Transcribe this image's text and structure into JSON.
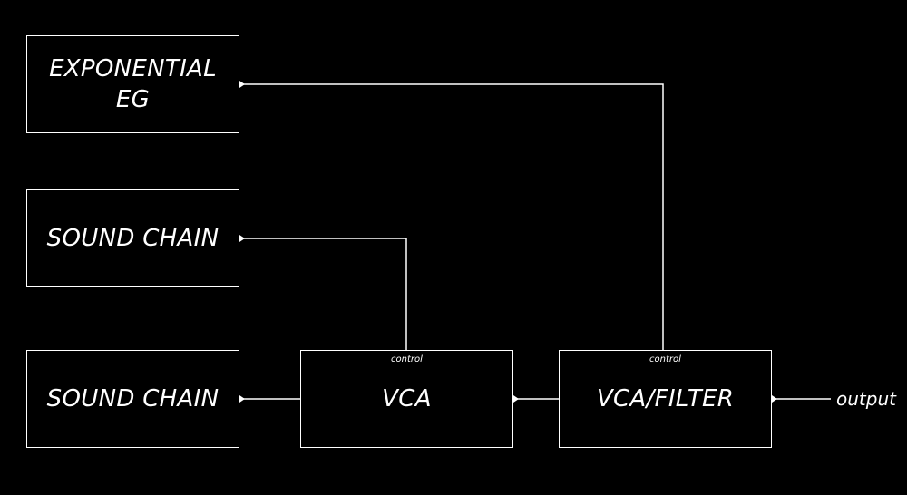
{
  "blocks": {
    "eg": {
      "label": "EXPONENTIAL\nEG"
    },
    "sound_chain_top": {
      "label": "SOUND CHAIN"
    },
    "sound_chain_bottom": {
      "label": "SOUND CHAIN"
    },
    "vca": {
      "label": "VCA",
      "port_label": "control"
    },
    "vca_filter": {
      "label": "VCA/FILTER",
      "port_label": "control"
    }
  },
  "output": {
    "label": "output"
  },
  "colors": {
    "background": "#000000",
    "stroke": "#ffffff"
  }
}
